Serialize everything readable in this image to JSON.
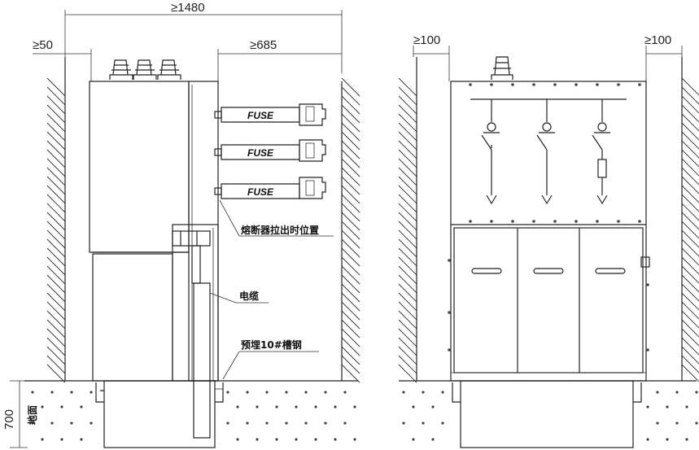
{
  "dimensions": {
    "total_width": "≥1480",
    "left_gap": "≥50",
    "right_gap": "≥685",
    "side_left": "≥100",
    "side_right": "≥100",
    "depth": "700"
  },
  "labels": {
    "fuse": "FUSE",
    "fuse_pull_position": "熔断器拉出时位置",
    "cable": "电缆",
    "channel": "预埋10#槽钢",
    "floor": "地面"
  }
}
